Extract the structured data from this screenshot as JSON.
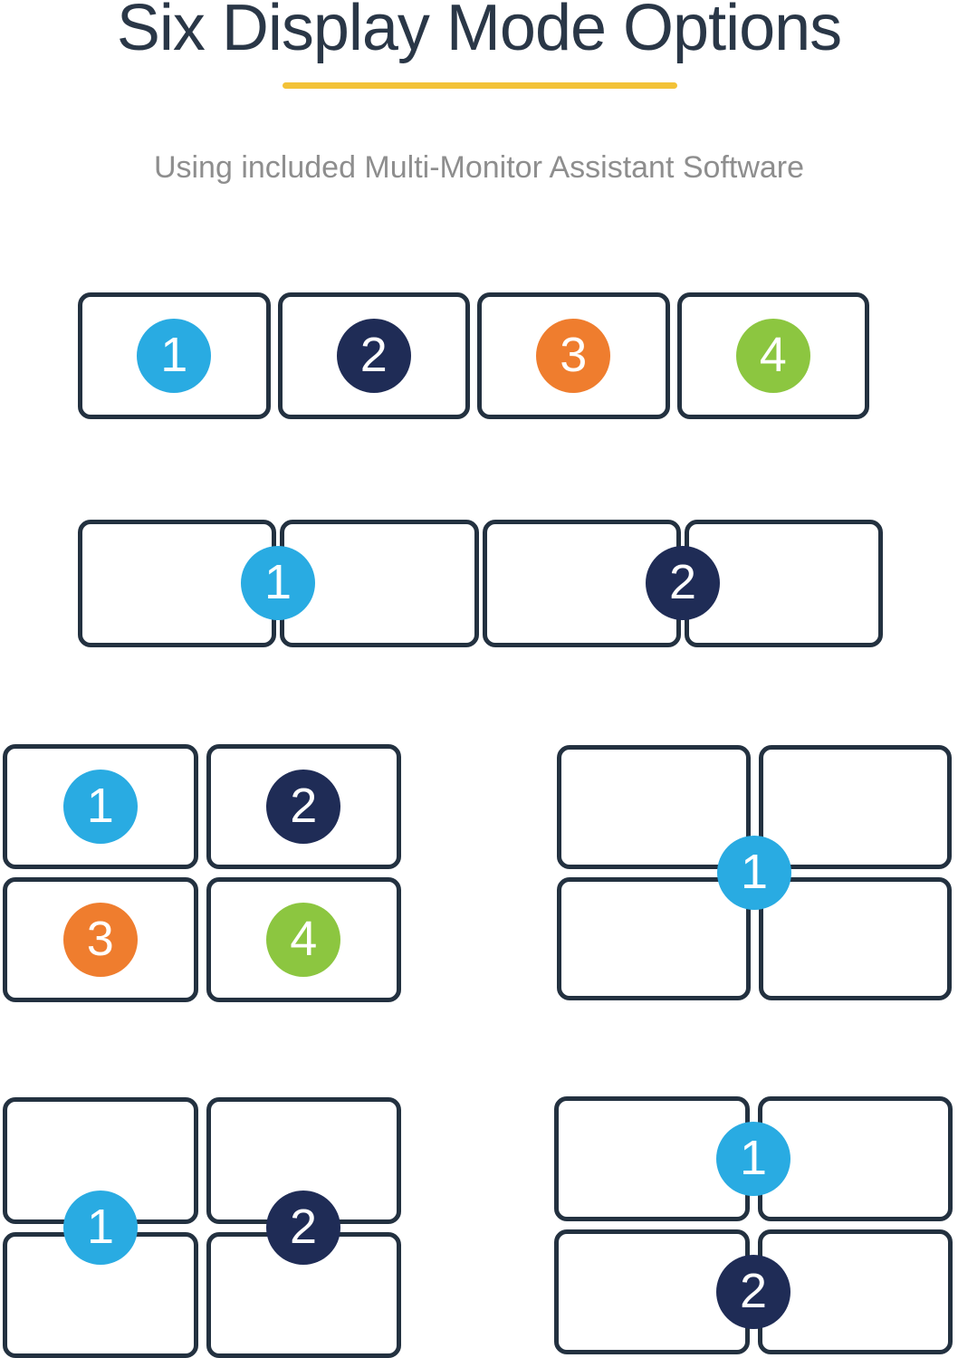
{
  "header": {
    "title": "Six Display Mode Options",
    "subtitle": "Using included Multi-Monitor Assistant Software"
  },
  "colors": {
    "title_text": "#2A3747",
    "subtitle_text": "#8E8E8E",
    "underline": "#F3C237",
    "monitor_border": "#233140",
    "badge_blue": "#29ABE2",
    "badge_navy": "#1F2C56",
    "badge_orange": "#EF7D2E",
    "badge_green": "#8CC640"
  },
  "modes": {
    "row_extended": {
      "badges": [
        "1",
        "2",
        "3",
        "4"
      ]
    },
    "row_spanned": {
      "badges": [
        "1",
        "2"
      ]
    },
    "grid_extended": {
      "badges": [
        "1",
        "2",
        "3",
        "4"
      ]
    },
    "grid_spanned": {
      "badges": [
        "1"
      ]
    },
    "grid_columns": {
      "badges": [
        "1",
        "2"
      ]
    },
    "grid_rows": {
      "badges": [
        "1",
        "2"
      ]
    }
  }
}
